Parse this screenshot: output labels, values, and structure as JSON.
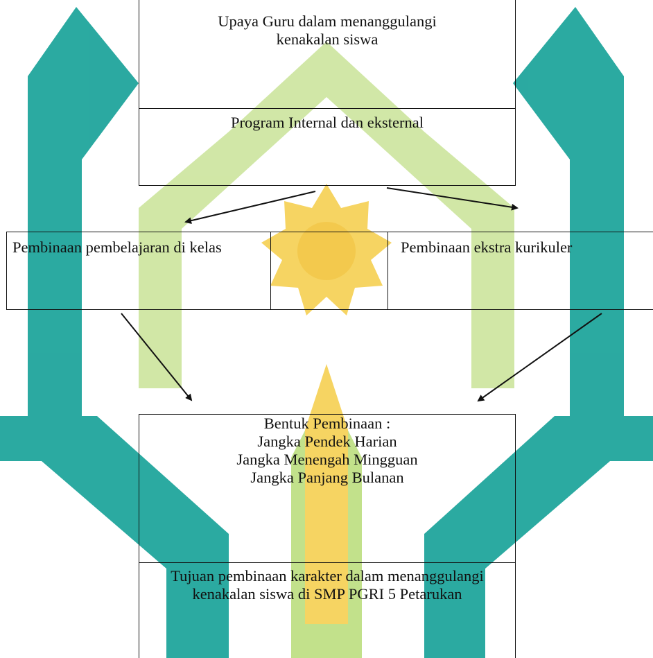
{
  "diagram": {
    "top": {
      "title": "Upaya Guru dalam menanggulangi kenakalan siswa",
      "subtitle": "Program Internal dan eksternal"
    },
    "middle": {
      "left": "Pembinaan pembelajaran di kelas",
      "center": "",
      "right": "Pembinaan ekstra kurikuler"
    },
    "bottom": {
      "heading": "Bentuk Pembinaan :",
      "items": [
        "Jangka Pendek Harian",
        "Jangka Menengah Mingguan",
        "Jangka Panjang Bulanan"
      ],
      "goal": "Tujuan pembinaan karakter dalam menanggulangi kenakalan siswa di SMP PGRI 5 Petarukan"
    }
  },
  "colors": {
    "watermark_teal": "#1aa39a",
    "watermark_green": "#a6d06a",
    "watermark_yellow": "#f5c518",
    "line": "#111111"
  }
}
